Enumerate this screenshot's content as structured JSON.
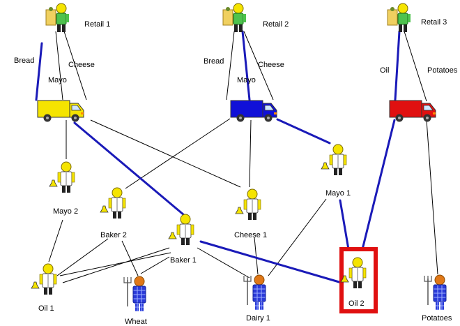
{
  "diagram": {
    "retailers": [
      {
        "label": "Retail 1"
      },
      {
        "label": "Retail 2"
      },
      {
        "label": "Retail 3"
      }
    ],
    "edge_labels": {
      "r1_bread": "Bread",
      "r1_mayo": "Mayo",
      "r1_cheese": "Cheese",
      "r2_bread": "Bread",
      "r2_mayo": "Mayo",
      "r2_cheese": "Cheese",
      "r3_oil": "Oil",
      "r3_potatoes": "Potatoes"
    },
    "trucks": [
      {
        "name": "truck-1",
        "color": "#f5e400"
      },
      {
        "name": "truck-2",
        "color": "#1010d8"
      },
      {
        "name": "truck-3",
        "color": "#e01010"
      }
    ],
    "producers": [
      {
        "label": "Mayo 2",
        "role": "chemist"
      },
      {
        "label": "Baker 2",
        "role": "chemist"
      },
      {
        "label": "Baker 1",
        "role": "chemist"
      },
      {
        "label": "Cheese 1",
        "role": "chemist"
      },
      {
        "label": "Mayo 1",
        "role": "chemist"
      },
      {
        "label": "Oil 1",
        "role": "chemist"
      },
      {
        "label": "Oil 2",
        "role": "chemist",
        "highlighted": true
      }
    ],
    "farmers": [
      {
        "label": "Wheat"
      },
      {
        "label": "Dairy 1"
      },
      {
        "label": "Potatoes"
      }
    ],
    "colors": {
      "highlight_link": "#1a1ab8",
      "normal_link": "#000000",
      "selection_box": "#e01010",
      "retailer_shirt": "#4ec24e",
      "farmer_shirt": "#e07818",
      "farmer_pants": "#2a3ad8"
    }
  }
}
